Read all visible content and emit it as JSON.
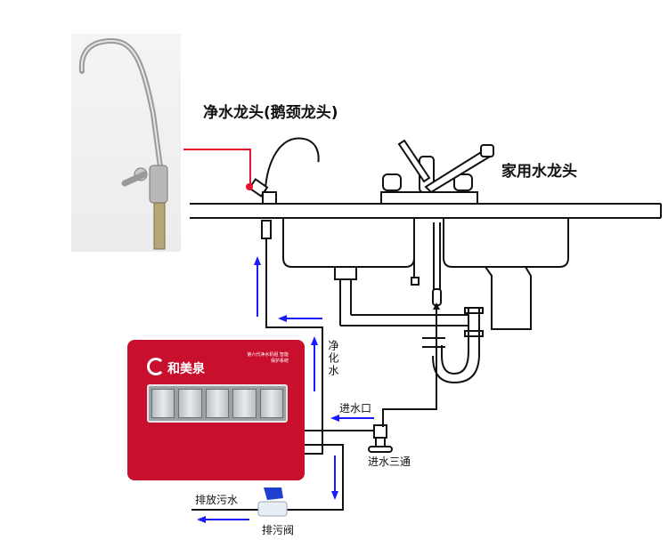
{
  "labels": {
    "purified_faucet": "净水龙头(鹅颈龙头)",
    "household_faucet": "家用水龙头",
    "purified_water": "净化水",
    "water_inlet": "进水口",
    "inlet_tee": "进水三通",
    "drain_waste_water": "排放污水",
    "drain_valve": "排污阀"
  },
  "purifier": {
    "brand": "和美泉",
    "tagline": "第六代净水机组 智能保护系统"
  },
  "colors": {
    "flow_arrow": "#1a1aff",
    "pointer_line": "#e8112d",
    "purifier_body": "#c8102e",
    "pipe": "#111111"
  }
}
